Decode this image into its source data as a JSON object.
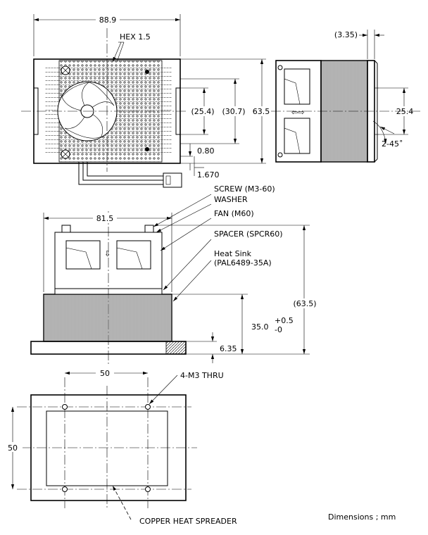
{
  "top_view": {
    "width_dim": "88.9",
    "hex_label": "HEX 1.5",
    "dim_25_4": "(25.4)",
    "dim_30_7": "(30.7)",
    "dim_63_5": "63.5",
    "dim_0_80": "0.80",
    "dim_1_670": "1.670"
  },
  "side_view": {
    "dim_3_35": "(3.35)",
    "dim_25_4": "25.4",
    "chamfer": "2-45˚"
  },
  "front_view": {
    "width_dim": "81.5",
    "callouts": {
      "screw": "SCREW (M3-60)",
      "washer": "WASHER",
      "fan": "FAN (M60)",
      "spacer": "SPACER (SPCR60)",
      "heatsink_line1": "Heat Sink",
      "heatsink_line2": "(PAL6489-35A)"
    },
    "height_total": "(63.5)",
    "height_35": "35.0",
    "tol_plus": "+0.5",
    "tol_minus": "-0",
    "base_dim": "6.35"
  },
  "bottom_view": {
    "dim_50_h": "50",
    "dim_50_v": "50",
    "holes_label": "4-M3 THRU",
    "spreader_label": "COPPER HEAT SPREADER"
  },
  "units_note": "Dimensions ; mm"
}
